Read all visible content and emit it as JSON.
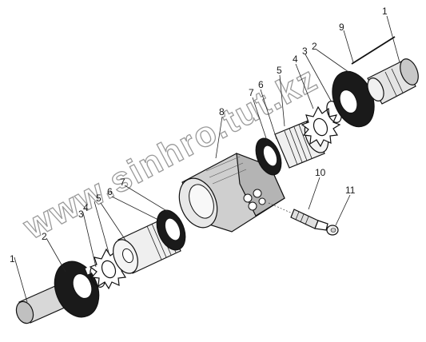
{
  "watermark": "www.sinhro.tut.kz",
  "callouts": [
    "1",
    "2",
    "3",
    "4",
    "5",
    "6",
    "7",
    "8",
    "9",
    "10",
    "11"
  ],
  "colors": {
    "ink": "#111111",
    "dark_ring": "#1a1a1a",
    "paper": "#ffffff",
    "watermark": "#9a9a9a"
  }
}
